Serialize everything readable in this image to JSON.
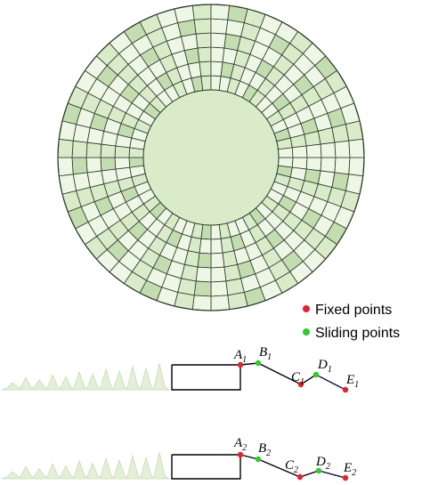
{
  "legend": {
    "fixed_label": "Fixed points",
    "sliding_label": "Sliding points",
    "fixed_color": "#e8202a",
    "sliding_color": "#2ecc2e"
  },
  "profile_top": {
    "labels": [
      {
        "letter": "A",
        "sub": "1",
        "kind": "fixed"
      },
      {
        "letter": "B",
        "sub": "1",
        "kind": "sliding"
      },
      {
        "letter": "C",
        "sub": "1",
        "kind": "fixed"
      },
      {
        "letter": "D",
        "sub": "1",
        "kind": "sliding"
      },
      {
        "letter": "E",
        "sub": "1",
        "kind": "fixed"
      }
    ]
  },
  "profile_bottom": {
    "labels": [
      {
        "letter": "A",
        "sub": "2",
        "kind": "fixed"
      },
      {
        "letter": "B",
        "sub": "2",
        "kind": "sliding"
      },
      {
        "letter": "C",
        "sub": "2",
        "kind": "fixed"
      },
      {
        "letter": "D",
        "sub": "2",
        "kind": "sliding"
      },
      {
        "letter": "E",
        "sub": "2",
        "kind": "fixed"
      }
    ]
  },
  "colors": {
    "mesh_fill_light": "#eef6e6",
    "mesh_fill_mid": "#d9ebc9",
    "mesh_fill_dark": "#c4ddb0",
    "mesh_line": "#2a3a2a",
    "profile_line": "#000000",
    "dashed_line": "#2a3fb0"
  }
}
